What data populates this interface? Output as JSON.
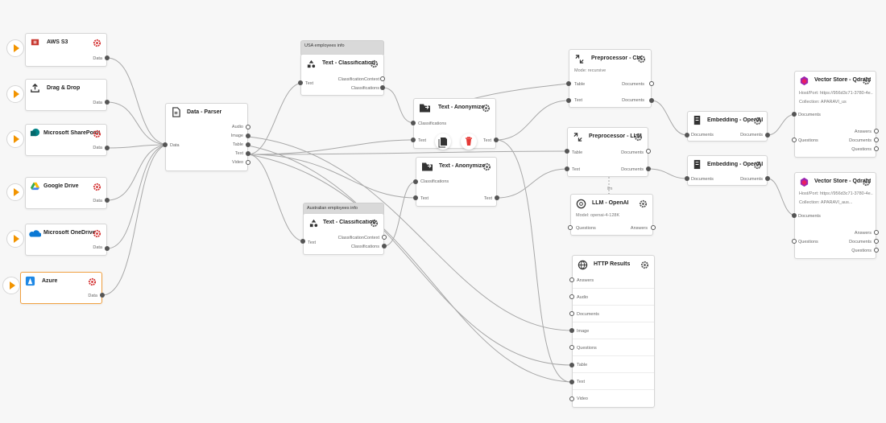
{
  "colors": {
    "accent": "#f29400",
    "gear_red": "#d32f2f",
    "wire": "#a8a8a8"
  },
  "sources": [
    {
      "name": "AWS S3",
      "icon": "aws-s3-icon",
      "port": "Data"
    },
    {
      "name": "Drag & Drop",
      "icon": "upload-icon",
      "port": "Data"
    },
    {
      "name": "Microsoft SharePoint",
      "icon": "sharepoint-icon",
      "port": "Data"
    },
    {
      "name": "Google Drive",
      "icon": "google-drive-icon",
      "port": "Data"
    },
    {
      "name": "Microsoft OneDrive",
      "icon": "onedrive-icon",
      "port": "Data"
    },
    {
      "name": "Azure",
      "icon": "azure-icon",
      "port": "Data"
    }
  ],
  "parser": {
    "title": "Data - Parser",
    "input": "Data",
    "outputs": [
      "Audio",
      "Image",
      "Table",
      "Text",
      "Video"
    ]
  },
  "classif_us": {
    "group": "USA employees info",
    "title": "Text - Classification",
    "input": "Text",
    "outputs": [
      "ClassificationContext",
      "Classifications"
    ]
  },
  "classif_au": {
    "group": "Australian employees info",
    "title": "Text - Classification",
    "input": "Text",
    "outputs": [
      "ClassificationContext",
      "Classifications"
    ]
  },
  "anon1": {
    "title": "Text - Anonymize",
    "inputs": [
      "Classifications",
      "Text"
    ],
    "output": "Text"
  },
  "anon2": {
    "title": "Text - Anonymize",
    "inputs": [
      "Classifications",
      "Text"
    ],
    "output": "Text"
  },
  "pre_chunk": {
    "title": "Preprocessor - Chun...",
    "mode": "Mode: recursive",
    "inputs": [
      "Table",
      "Text"
    ],
    "output": "Documents"
  },
  "pre_llm": {
    "title": "Preprocessor - LLM",
    "inputs": [
      "Table",
      "Text"
    ],
    "output": "Documents",
    "llm_tag": "llm"
  },
  "llm": {
    "title": "LLM - OpenAI",
    "model": "Model: openai-4-128K",
    "input": "Questions",
    "output": "Answers"
  },
  "emb1": {
    "title": "Embedding - OpenAI",
    "input": "Documents",
    "output": "Documents"
  },
  "emb2": {
    "title": "Embedding - OpenAI",
    "input": "Documents",
    "output": "Documents"
  },
  "vs1": {
    "title": "Vector Store - Qdrant",
    "host": "Host/Port: https://956d3c71-3780-4e...",
    "collection": "Collection: APARAVI_us",
    "inputs": [
      "Documents",
      "Questions"
    ],
    "outputs": [
      "Answers",
      "Documents",
      "Questions"
    ]
  },
  "vs2": {
    "title": "Vector Store - Qdrant",
    "host": "Host/Port: https://956d3c71-3780-4e...",
    "collection": "Collection: APARAVI_aus...",
    "inputs": [
      "Documents",
      "Questions"
    ],
    "outputs": [
      "Answers",
      "Documents",
      "Questions"
    ]
  },
  "http": {
    "title": "HTTP Results",
    "inputs": [
      "Answers",
      "Audio",
      "Documents",
      "Image",
      "Questions",
      "Table",
      "Text",
      "Video"
    ]
  }
}
